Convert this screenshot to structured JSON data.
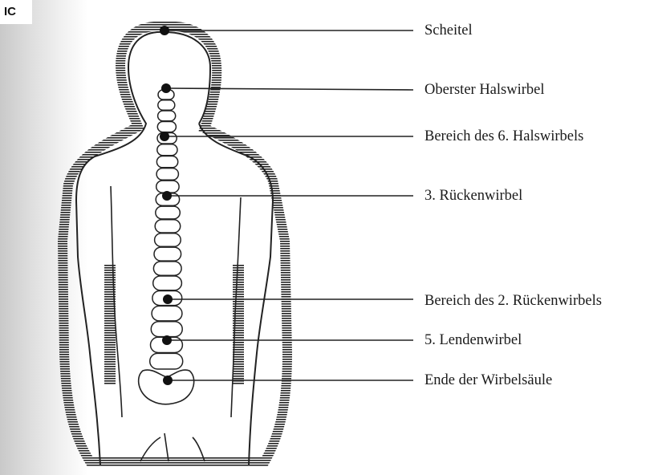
{
  "corner_tag": "IC",
  "colors": {
    "ink": "#1a1a1a",
    "paper": "#ffffff"
  },
  "labels": [
    "Scheitel",
    "Oberster Halswirbel",
    "Bereich des 6. Halswirbels",
    "3. Rückenwirbel",
    "Bereich des 2. Rückenwirbels",
    "5. Lendenwirbel",
    "Ende der Wirbelsäule"
  ]
}
